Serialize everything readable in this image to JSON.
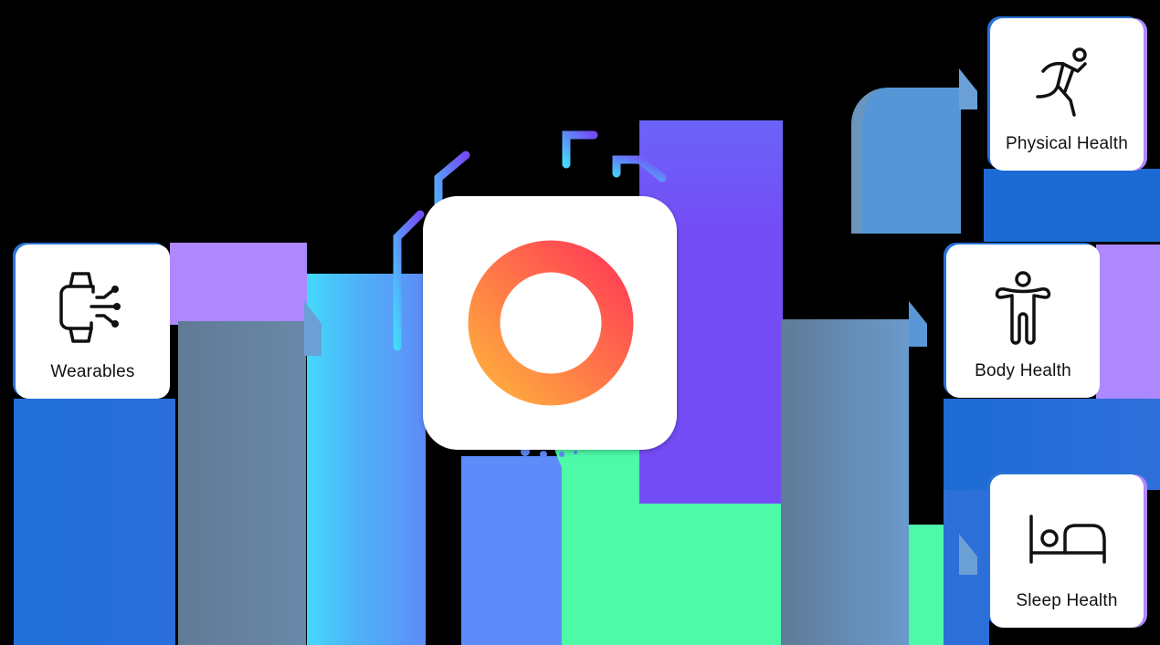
{
  "diagram": {
    "source": {
      "label": "Wearables",
      "icon": "smartwatch-icon"
    },
    "hub": {
      "icon": "orange-ring-app-icon",
      "ring_colors": [
        "#ffae3d",
        "#ff4a4f"
      ]
    },
    "targets": [
      {
        "label": "Physical Health",
        "icon": "running-person-icon"
      },
      {
        "label": "Body Health",
        "icon": "body-figure-icon"
      },
      {
        "label": "Sleep Health",
        "icon": "bed-icon"
      }
    ]
  },
  "colors": {
    "background": "#000000",
    "purple_light": "#ad88ff",
    "purple_deep": "#744cf5",
    "blue": "#2470d8",
    "slate_arrow": "#64809c",
    "arrow_light": "#5a9ad6",
    "green": "#4dfaa8",
    "cyan": "#44d8fa"
  }
}
